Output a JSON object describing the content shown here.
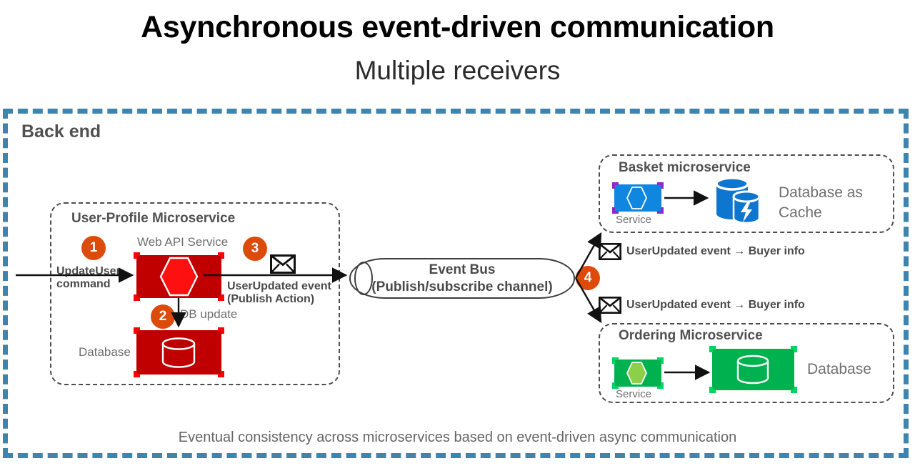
{
  "title": {
    "main": "Asynchronous event-driven communication",
    "sub": "Multiple receivers"
  },
  "backend": {
    "label": "Back end",
    "border_color": "#3f84ae"
  },
  "user_profile": {
    "title": "User-Profile Microservice",
    "web_api_caption": "Web API Service",
    "database_caption": "Database",
    "step1_badge": "1",
    "step1_label_line1": "UpdateUser",
    "step1_label_line2": "command",
    "step2_badge": "2",
    "step2_label": "DB update",
    "step3_badge": "3",
    "step3_label_line1": "UserUpdated event",
    "step3_label_line2": "(Publish Action)",
    "envelope_icon": "envelope-icon",
    "service_color": "#C00000",
    "hexagon_color": "#FF0000"
  },
  "event_bus": {
    "line1": "Event Bus",
    "line2": "(Publish/subscribe channel)"
  },
  "fanout": {
    "step4_badge": "4",
    "top_message": "UserUpdated event → Buyer info",
    "bottom_message": "UserUpdated event → Buyer info",
    "envelope_icon": "envelope-icon"
  },
  "basket": {
    "title": "Basket microservice",
    "service_caption": "Service",
    "database_caption_line1": "Database as",
    "database_caption_line2": "Cache",
    "service_color": "#0F86E0",
    "corner_color": "#8C2BC8",
    "cache_color": "#0F76D0"
  },
  "ordering": {
    "title": "Ordering Microservice",
    "service_caption": "Service",
    "database_caption": "Database",
    "service_color": "#00B14F",
    "hexagon_color": "#8CD04A",
    "database_color": "#00B14F"
  },
  "footer": {
    "note": "Eventual consistency across microservices based on event-driven async communication"
  }
}
